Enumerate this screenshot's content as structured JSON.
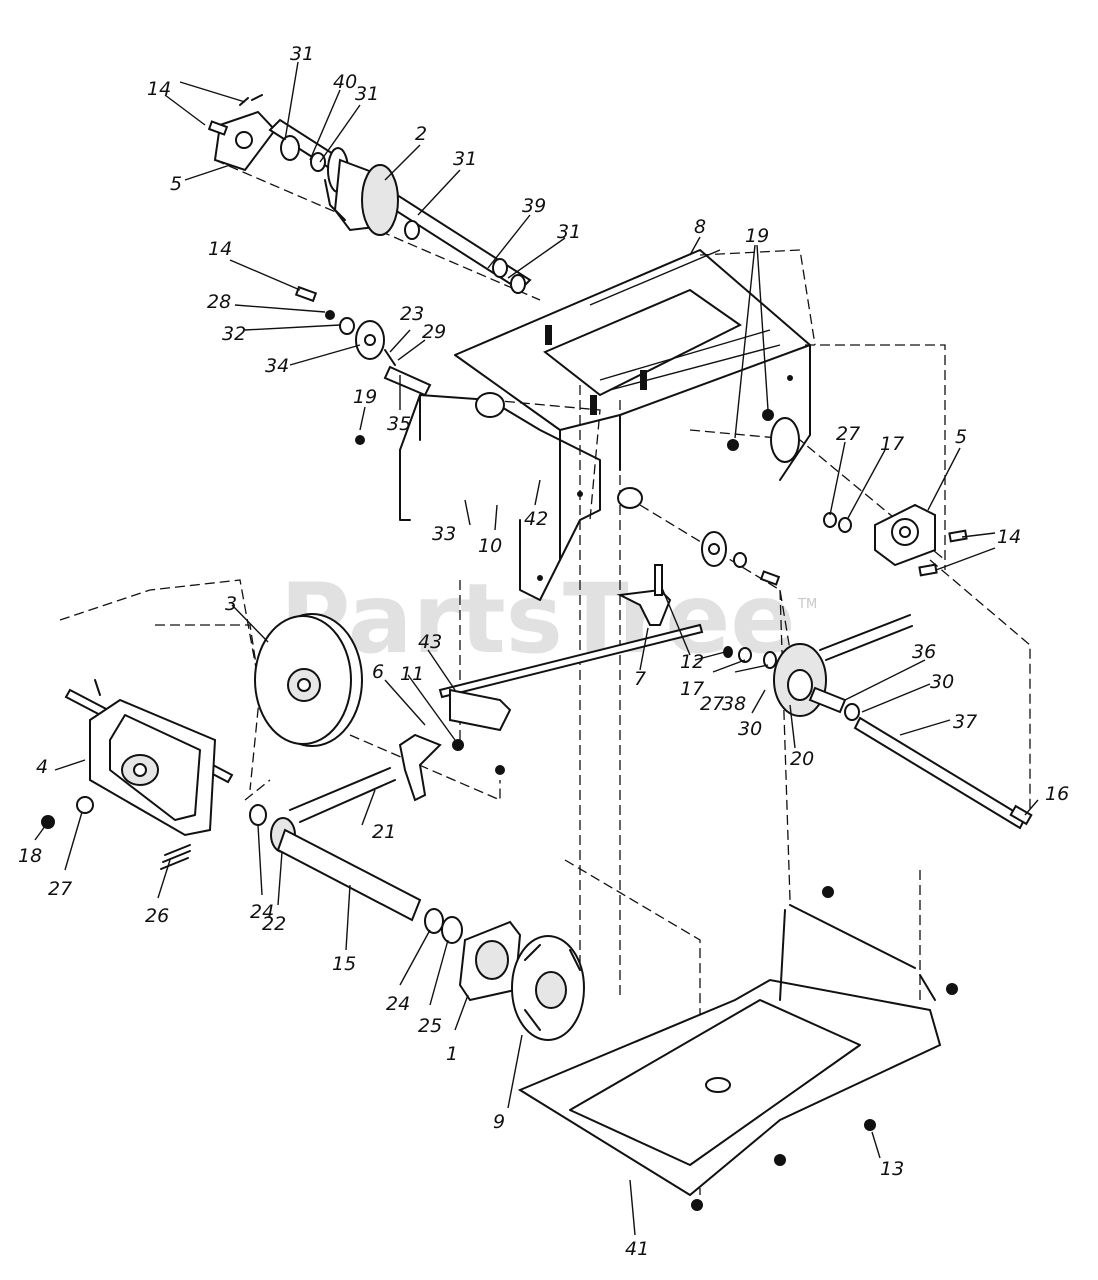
{
  "watermark": {
    "text": "PartsTree",
    "trademark": "TM"
  },
  "callouts": [
    {
      "id": "c31a",
      "text": "31"
    },
    {
      "id": "c40",
      "text": "40"
    },
    {
      "id": "c31b",
      "text": "31"
    },
    {
      "id": "c14a",
      "text": "14"
    },
    {
      "id": "c5a",
      "text": "5"
    },
    {
      "id": "c2",
      "text": "2"
    },
    {
      "id": "c31c",
      "text": "31"
    },
    {
      "id": "c39",
      "text": "39"
    },
    {
      "id": "c31d",
      "text": "31"
    },
    {
      "id": "c8",
      "text": "8"
    },
    {
      "id": "c19a",
      "text": "19"
    },
    {
      "id": "c14b",
      "text": "14"
    },
    {
      "id": "c28",
      "text": "28"
    },
    {
      "id": "c32",
      "text": "32"
    },
    {
      "id": "c23",
      "text": "23"
    },
    {
      "id": "c29",
      "text": "29"
    },
    {
      "id": "c34",
      "text": "34"
    },
    {
      "id": "c19b",
      "text": "19"
    },
    {
      "id": "c35",
      "text": "35"
    },
    {
      "id": "c27a",
      "text": "27"
    },
    {
      "id": "c17a",
      "text": "17"
    },
    {
      "id": "c5b",
      "text": "5"
    },
    {
      "id": "c14c",
      "text": "14"
    },
    {
      "id": "c33",
      "text": "33"
    },
    {
      "id": "c10",
      "text": "10"
    },
    {
      "id": "c42",
      "text": "42"
    },
    {
      "id": "c3",
      "text": "3"
    },
    {
      "id": "c43",
      "text": "43"
    },
    {
      "id": "c6",
      "text": "6"
    },
    {
      "id": "c11",
      "text": "11"
    },
    {
      "id": "c12",
      "text": "12"
    },
    {
      "id": "c7",
      "text": "7"
    },
    {
      "id": "c17b",
      "text": "17"
    },
    {
      "id": "c27b",
      "text": "27"
    },
    {
      "id": "c38",
      "text": "38"
    },
    {
      "id": "c36",
      "text": "36"
    },
    {
      "id": "c30a",
      "text": "30"
    },
    {
      "id": "c30b",
      "text": "30"
    },
    {
      "id": "c20",
      "text": "20"
    },
    {
      "id": "c37",
      "text": "37"
    },
    {
      "id": "c4",
      "text": "4"
    },
    {
      "id": "c21",
      "text": "21"
    },
    {
      "id": "c16",
      "text": "16"
    },
    {
      "id": "c18",
      "text": "18"
    },
    {
      "id": "c27c",
      "text": "27"
    },
    {
      "id": "c26",
      "text": "26"
    },
    {
      "id": "c24a",
      "text": "24"
    },
    {
      "id": "c22",
      "text": "22"
    },
    {
      "id": "c15",
      "text": "15"
    },
    {
      "id": "c24b",
      "text": "24"
    },
    {
      "id": "c25",
      "text": "25"
    },
    {
      "id": "c1",
      "text": "1"
    },
    {
      "id": "c9",
      "text": "9"
    },
    {
      "id": "c13",
      "text": "13"
    },
    {
      "id": "c41",
      "text": "41"
    }
  ]
}
